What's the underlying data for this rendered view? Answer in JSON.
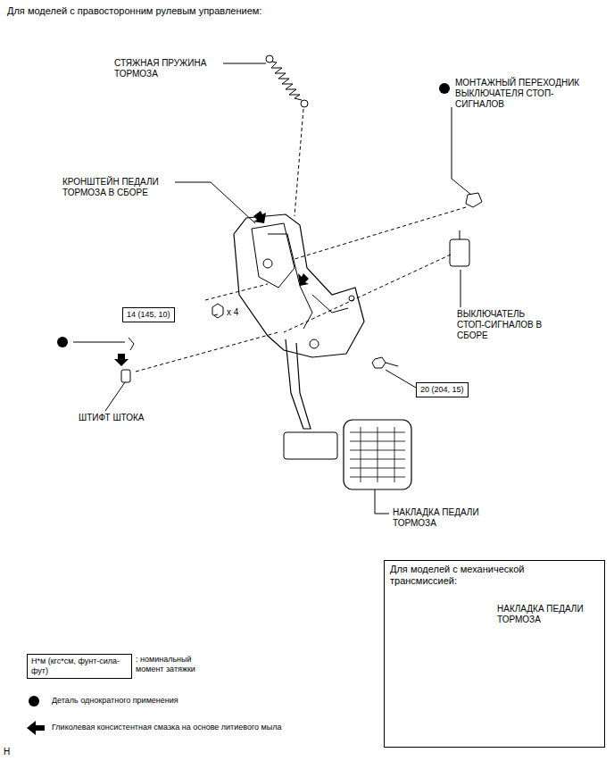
{
  "diagram": {
    "title": "Для моделей с правосторонним рулевым управлением:",
    "nodes": [
      {
        "text": [
          "14 (145, 10)"
        ]
      },
      {
        "text": [
          "20 (204, 15)"
        ]
      },
      {
        "text": [
          "Для моделей с механической трансмиссией:",
          "НАКЛАДКА ПЕДАЛИ ТОРМОЗА"
        ]
      },
      {
        "text": [
          "Н*м (кгс*см, фунт-сила-фут)"
        ]
      }
    ],
    "labels": [
      "СТЯЖНАЯ ПРУЖИНА ТОРМОЗА",
      "МОНТАЖНЫЙ ПЕРЕХОДНИК ВЫКЛЮЧАТЕЛЯ СТОП-СИГНАЛОВ",
      "КРОНШТЕЙН ПЕДАЛИ ТОРМОЗА В СБОРЕ",
      "x 4",
      "ВЫКЛЮЧАТЕЛЬ СТОП-СИГНАЛОВ В СБОРЕ",
      "ШТИФТ ШТОКА",
      "НАКЛАДКА ПЕДАЛИ ТОРМОЗА",
      "H"
    ],
    "legend": [
      {
        "text": ": номинальный момент затяжки"
      },
      {
        "text": "Деталь однократного применения"
      },
      {
        "text": "Гликолевая консистентная смазка на основе литиевого мыла"
      }
    ]
  }
}
